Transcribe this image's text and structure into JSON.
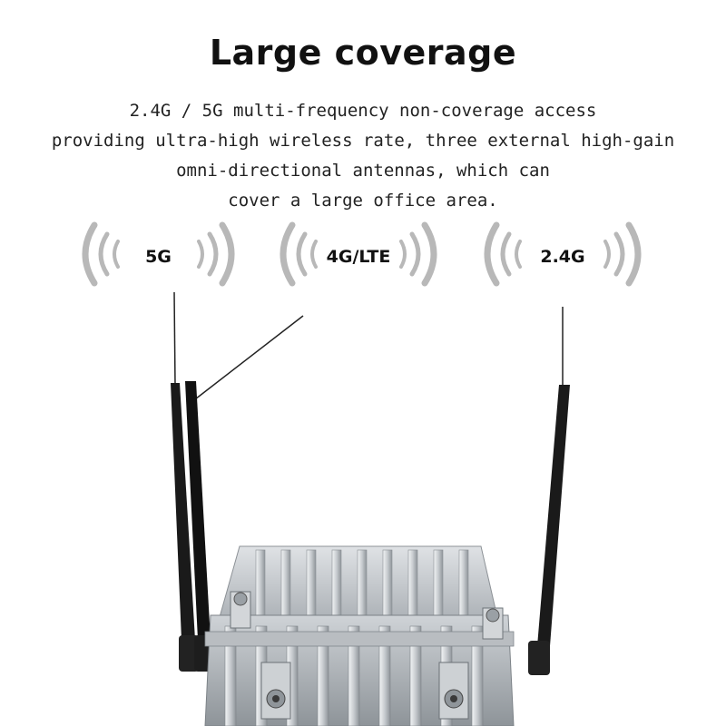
{
  "title": "Large coverage",
  "description": [
    "2.4G / 5G multi-frequency non-coverage access",
    "providing ultra-high wireless rate, three external high-gain",
    "omni-directional antennas, which can",
    "cover a large office area."
  ],
  "signals": [
    {
      "label": "5G",
      "icon": "wifi-signal-icon"
    },
    {
      "label": "4G/LTE",
      "icon": "cellular-signal-icon"
    },
    {
      "label": "2.4G",
      "icon": "wifi-signal-icon"
    }
  ],
  "colors": {
    "text": "#111111",
    "arc": "#b8b8b8",
    "antenna": "#1a1a1a",
    "metal": "#c4c8cc"
  }
}
